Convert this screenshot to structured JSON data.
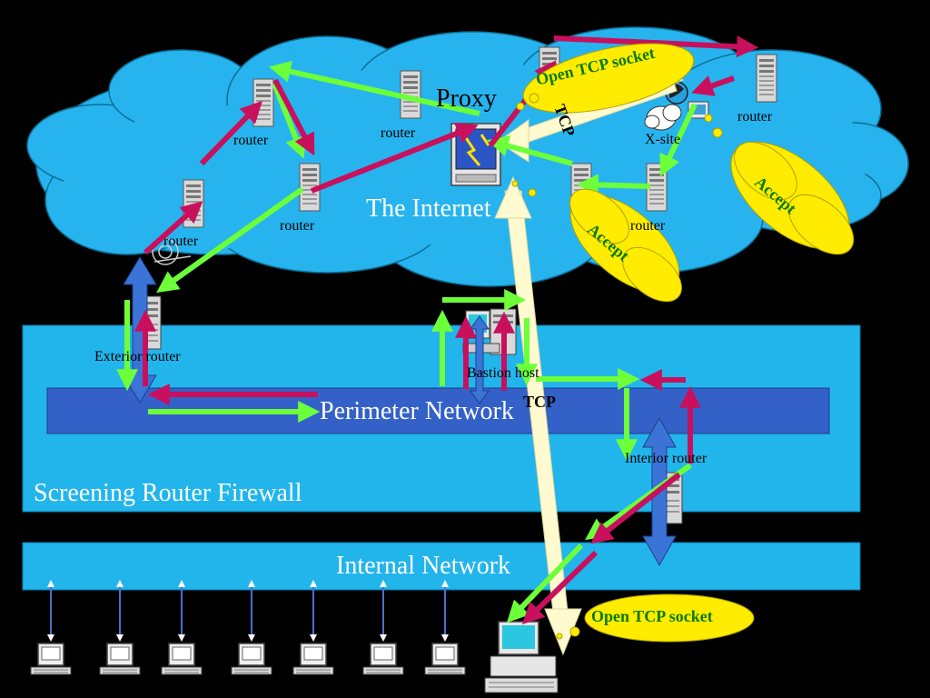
{
  "internet_label": "The Internet",
  "proxy_label": "Proxy",
  "router_label": "router",
  "xsite_label": "X-site",
  "exterior_router_label": "Exterior router",
  "interior_router_label": "Interior router",
  "bastion_host_label": "Bastion host",
  "perimeter_network_label": "Perimeter Network",
  "screening_firewall_label": "Screening Router Firewall",
  "internal_network_label": "Internal Network",
  "tcp_top_label": "TCP",
  "tcp_mid_label": "TCP",
  "open_tcp_socket_top": "Open TCP socket",
  "open_tcp_socket_bottom": "Open TCP socket",
  "accept_right": "Accept",
  "accept_mid": "Accept",
  "colors": {
    "cloud": "#27b4ee",
    "firewall": "#22b5ec",
    "perimeter": "#3461c8",
    "green_arrow": "#6dff3a",
    "magenta_arrow": "#c8105c",
    "bubble": "#ffec00",
    "tcp_beam": "#fffad0"
  }
}
